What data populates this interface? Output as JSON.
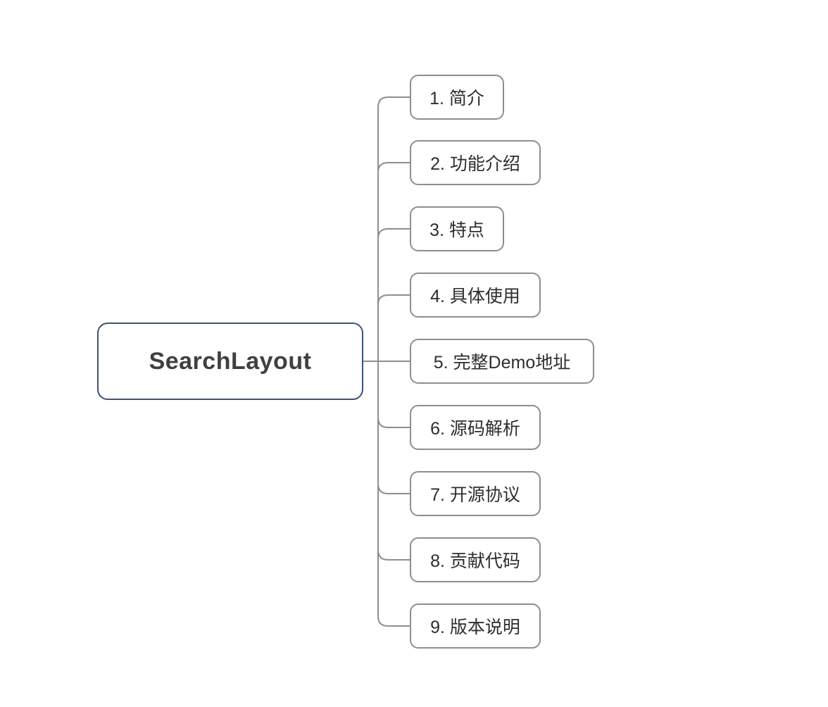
{
  "diagram": {
    "type": "mindmap",
    "root": {
      "label": "SearchLayout"
    },
    "children": [
      {
        "label": "1. 简介"
      },
      {
        "label": "2. 功能介绍"
      },
      {
        "label": "3. 特点"
      },
      {
        "label": "4. 具体使用"
      },
      {
        "label": "5. 完整Demo地址"
      },
      {
        "label": "6. 源码解析"
      },
      {
        "label": "7. 开源协议"
      },
      {
        "label": "8. 贡献代码"
      },
      {
        "label": "9. 版本说明"
      }
    ],
    "colors": {
      "root_border": "#3d5274",
      "child_border": "#8e8e8e",
      "connector_line": "#8e8e8e",
      "root_text": "#404040",
      "child_text": "#2d2d2d",
      "background": "#ffffff"
    }
  }
}
